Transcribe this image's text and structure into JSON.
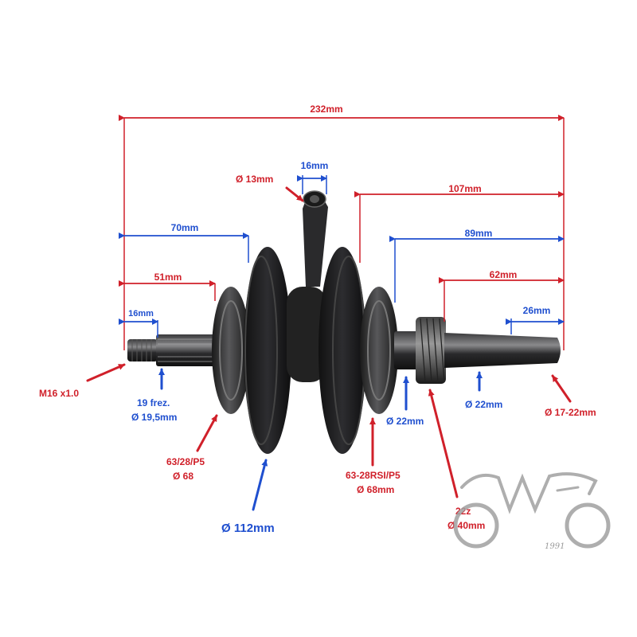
{
  "dimensions": {
    "overall": "232mm",
    "rod_width": "16mm",
    "rod_pin": "Ø 13mm",
    "right_107": "107mm",
    "left_70": "70mm",
    "right_89": "89mm",
    "left_51": "51mm",
    "right_62": "62mm",
    "left_16": "16mm",
    "right_26": "26mm"
  },
  "callouts": {
    "thread": "M16 x1.0",
    "spline_line1": "19 frez.",
    "spline_line2": "Ø 19,5mm",
    "left_bearing_line1": "63/28/P5",
    "left_bearing_line2": "Ø 68",
    "flywheel_diameter": "Ø 112mm",
    "right_bearing_line1": "63-28RSI/P5",
    "right_bearing_line2": "Ø 68mm",
    "shaft_22_a": "Ø 22mm",
    "shaft_22_b": "Ø 22mm",
    "taper": "Ø 17-22mm",
    "gear_line1": "22z",
    "gear_line2": "Ø 40mm"
  },
  "logo": {
    "year": "1991"
  },
  "colors": {
    "red": "#d0202a",
    "blue": "#1f4fcf",
    "metal_dark": "#1c1c1e",
    "logo_gray": "#a0a0a0"
  }
}
